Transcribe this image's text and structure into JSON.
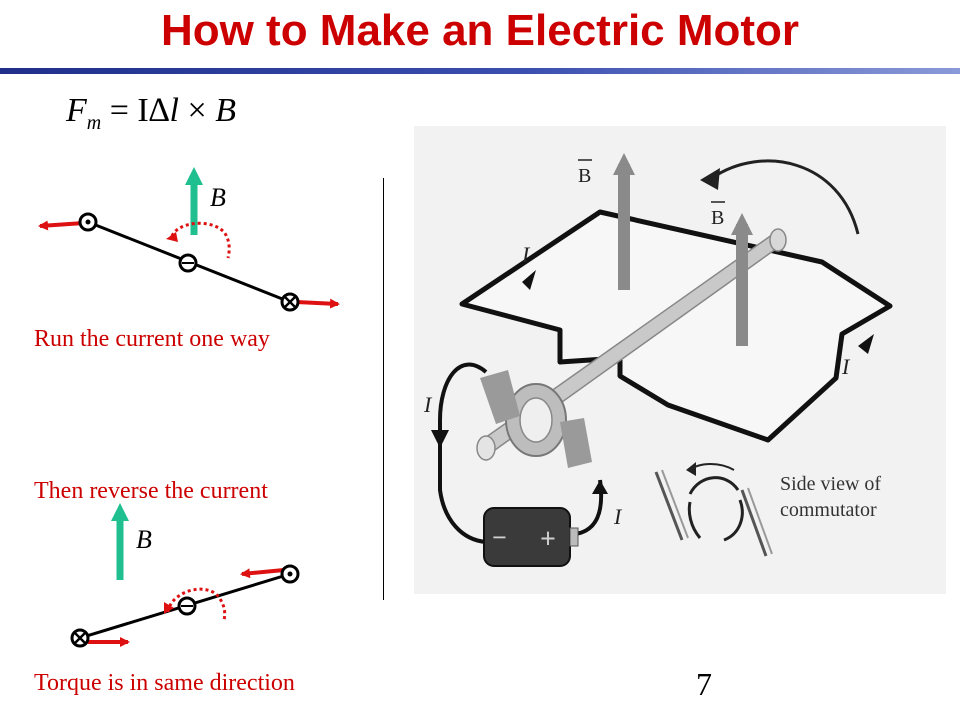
{
  "title": "How to Make an Electric Motor",
  "formula": {
    "display": "F_m = I Δl × B",
    "F": "F",
    "m": "m",
    "eq": " = I∆",
    "l": "l",
    "times": " × ",
    "B": "B"
  },
  "diagram_top": {
    "field_label": "B",
    "caption": "Run the current one way"
  },
  "diagram_bottom": {
    "intro": "Then reverse the current",
    "field_label": "B",
    "caption": "Torque is in same direction"
  },
  "motor_figure": {
    "field_label_1": "B",
    "field_label_2": "B",
    "current_label": "I",
    "commutator_label_line1": "Side view of",
    "commutator_label_line2": "commutator",
    "battery_minus": "−",
    "battery_plus": "+"
  },
  "slide_number": "7",
  "colors": {
    "title": "#cc0000",
    "caption": "#cc0000",
    "field_arrow": "#1fbf8f",
    "force_arrow": "#dd1111",
    "rule": "#2f3f9e"
  }
}
